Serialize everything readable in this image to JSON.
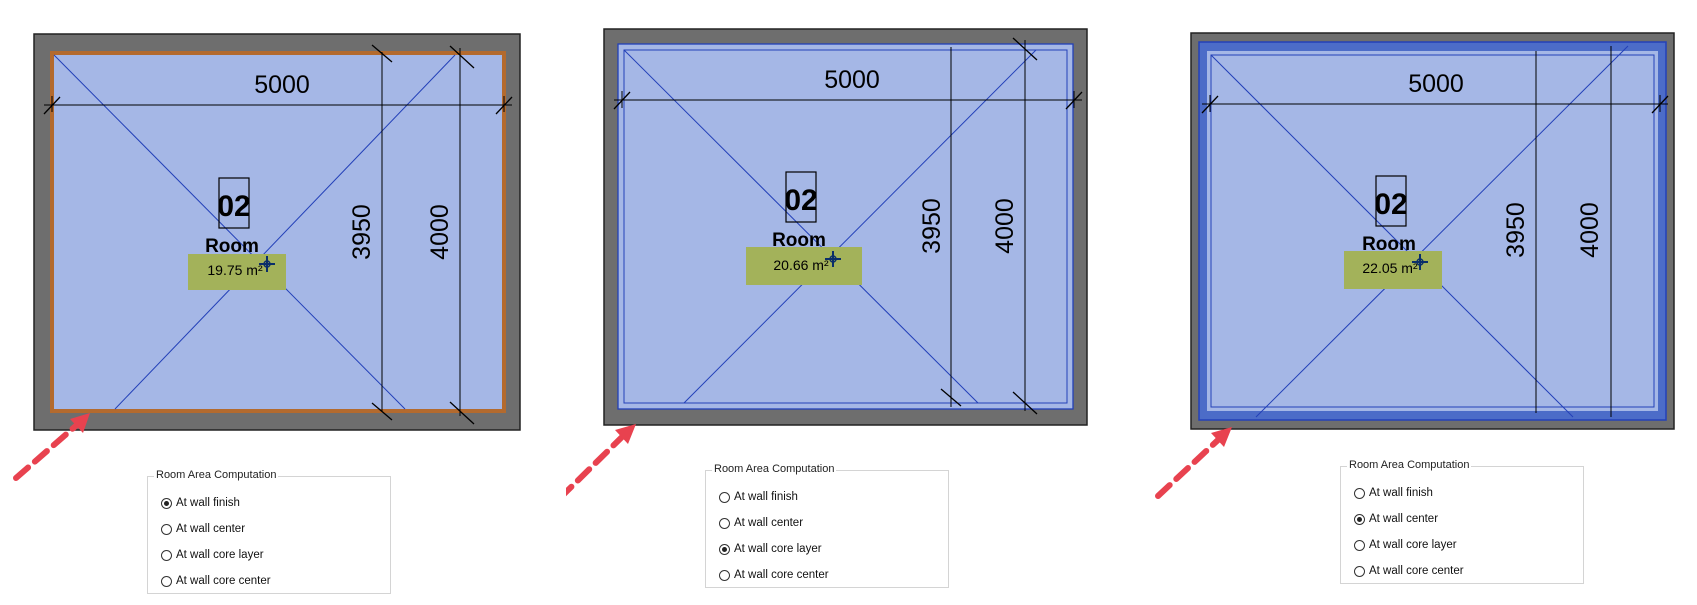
{
  "colors": {
    "wall": "#6e6e6e",
    "room_fill": "#a5b7e6",
    "finish_line": "#b36a2e",
    "blue_line": "#2340b8",
    "tag_bg": "#a3b25a",
    "arrow": "#e8424f"
  },
  "panels": [
    {
      "room_number": "02",
      "room_name": "Room",
      "room_area": "19.75 m²",
      "dim_width": "5000",
      "dim_inner": "3950",
      "dim_outer": "4000",
      "group_title": "Room Area Computation",
      "options": [
        "At wall finish",
        "At wall center",
        "At wall core layer",
        "At wall core center"
      ],
      "selected_index": 0
    },
    {
      "room_number": "02",
      "room_name": "Room",
      "room_area": "20.66 m²",
      "dim_width": "5000",
      "dim_inner": "3950",
      "dim_outer": "4000",
      "group_title": "Room Area Computation",
      "options": [
        "At wall finish",
        "At wall center",
        "At wall core layer",
        "At wall core center"
      ],
      "selected_index": 2
    },
    {
      "room_number": "02",
      "room_name": "Room",
      "room_area": "22.05 m²",
      "dim_width": "5000",
      "dim_inner": "3950",
      "dim_outer": "4000",
      "group_title": "Room Area Computation",
      "options": [
        "At wall finish",
        "At wall center",
        "At wall core layer",
        "At wall core center"
      ],
      "selected_index": 1
    }
  ]
}
